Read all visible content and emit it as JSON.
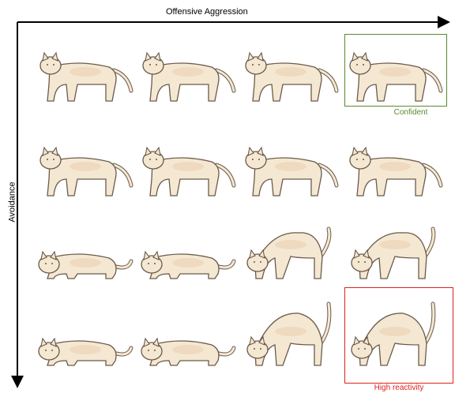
{
  "axes": {
    "x_label": "Offensive Aggression",
    "y_label": "Avoidance"
  },
  "highlights": {
    "confident": {
      "label": "Confident",
      "color": "#5a8a2e"
    },
    "high_reactivity": {
      "label": "High reactivity",
      "color": "#e02020"
    }
  },
  "grid": {
    "rows": 4,
    "cols": 4,
    "item": "cat-posture-icon"
  },
  "colors": {
    "cat_fill": "#f5e8d3",
    "cat_stroke": "#6b5a4a",
    "cat_shade": "#e9c9a6"
  }
}
